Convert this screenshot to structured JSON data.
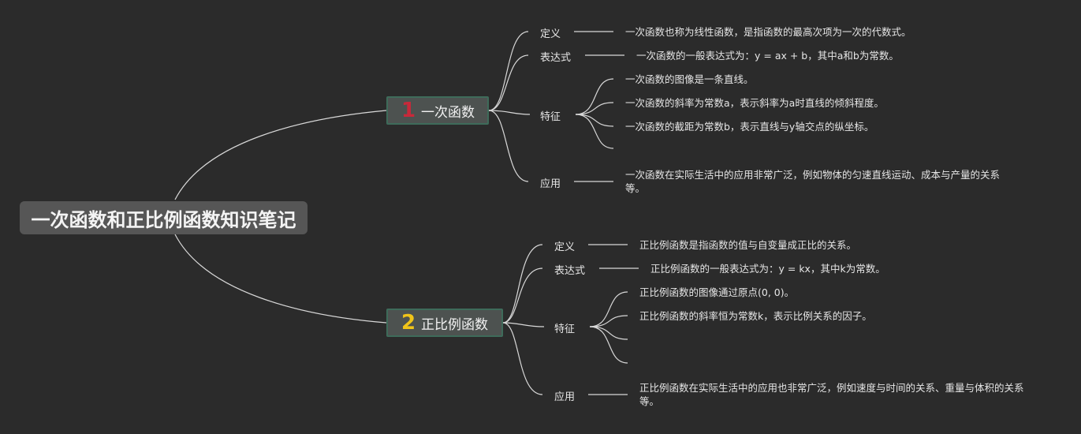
{
  "root": {
    "title": "一次函数和正比例函数知识笔记"
  },
  "topics": [
    {
      "badge": "1",
      "badge_color": "#c8293a",
      "title": "一次函数",
      "items": [
        {
          "label": "定义",
          "texts": [
            "一次函数也称为线性函数，是指函数的最高次项为一次的代数式。"
          ]
        },
        {
          "label": "表达式",
          "texts": [
            "一次函数的一般表达式为：y = ax + b，其中a和b为常数。"
          ]
        },
        {
          "label": "特征",
          "texts": [
            "一次函数的图像是一条直线。",
            "一次函数的斜率为常数a，表示斜率为a时直线的倾斜程度。",
            "一次函数的截距为常数b，表示直线与y轴交点的纵坐标。",
            ""
          ]
        },
        {
          "label": "应用",
          "texts": [
            "一次函数在实际生活中的应用非常广泛，例如物体的匀速直线运动、成本与产量的关系等。"
          ]
        }
      ]
    },
    {
      "badge": "2",
      "badge_color": "#f0c419",
      "title": "正比例函数",
      "items": [
        {
          "label": "定义",
          "texts": [
            "正比例函数是指函数的值与自变量成正比的关系。"
          ]
        },
        {
          "label": "表达式",
          "texts": [
            "正比例函数的一般表达式为：y = kx，其中k为常数。"
          ]
        },
        {
          "label": "特征",
          "texts": [
            "正比例函数的图像通过原点(0, 0)。",
            "正比例函数的斜率恒为常数k，表示比例关系的因子。",
            "",
            ""
          ]
        },
        {
          "label": "应用",
          "texts": [
            "正比例函数在实际生活中的应用也非常广泛，例如速度与时间的关系、重量与体积的关系等。"
          ]
        }
      ]
    }
  ]
}
